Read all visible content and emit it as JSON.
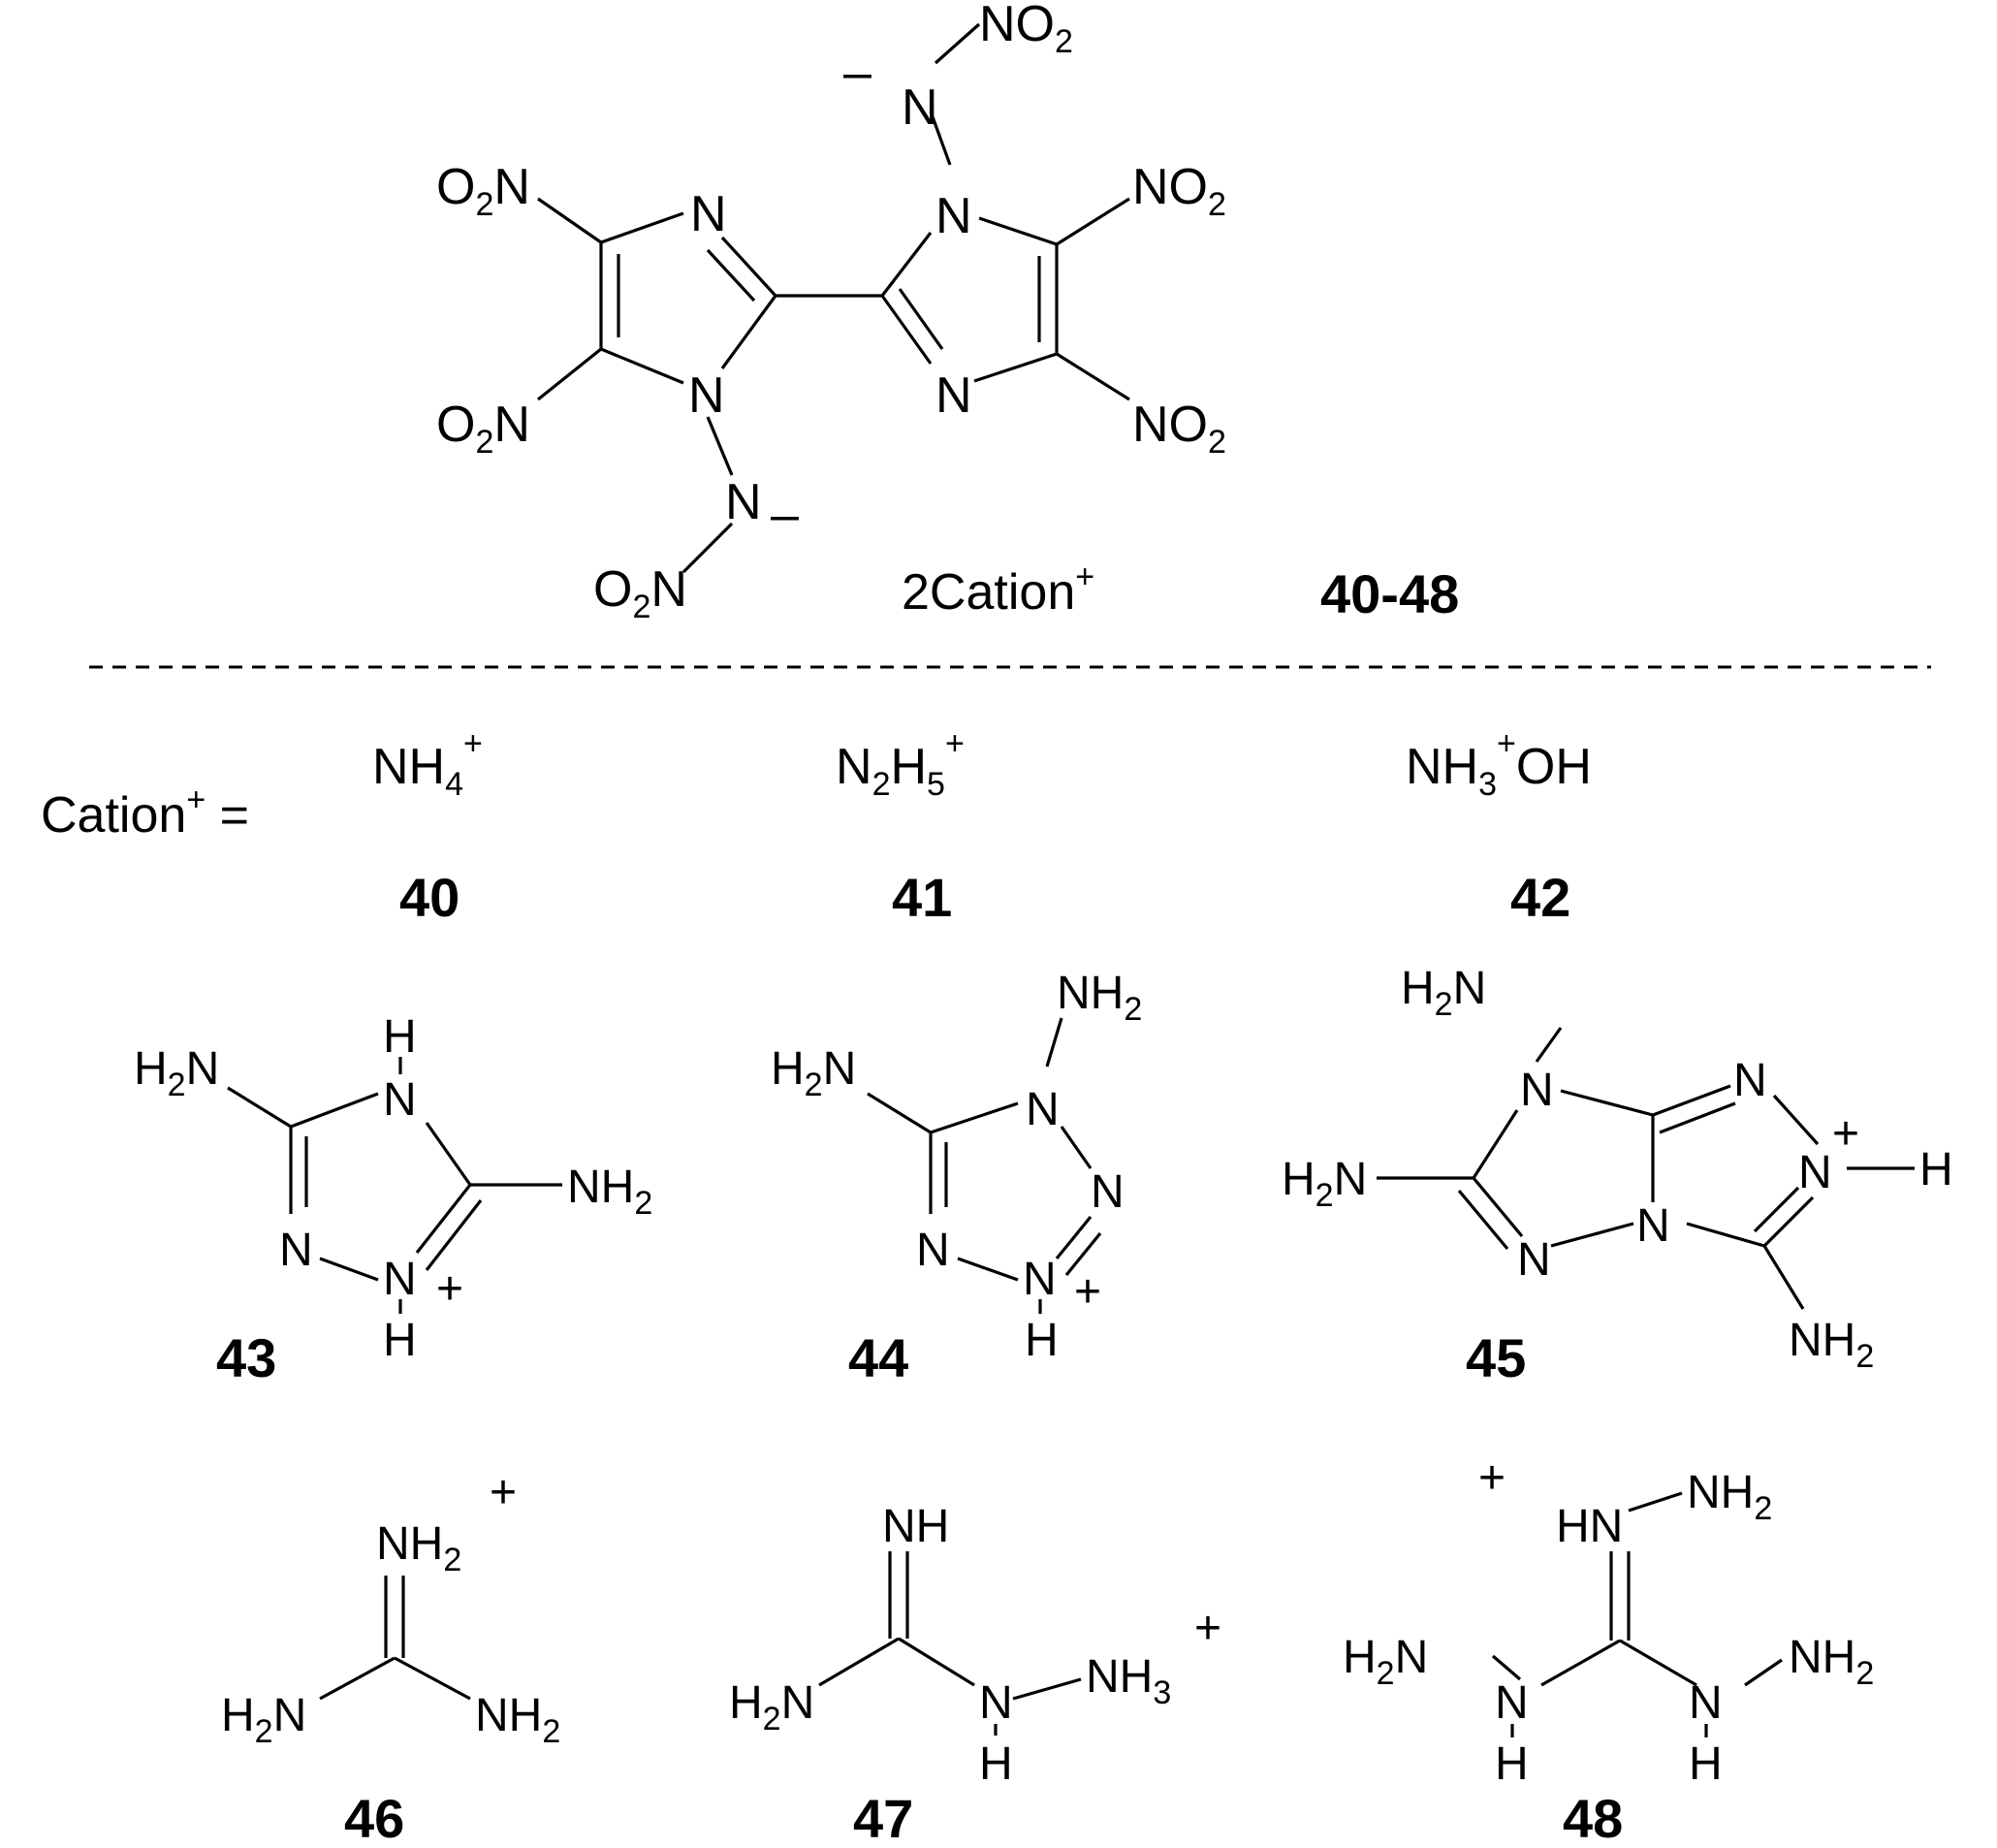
{
  "main_compound": {
    "nitro_labels": {
      "left_upper": {
        "main": "O",
        "sub": "2",
        "tail": "N"
      },
      "left_lower": {
        "main": "O",
        "sub": "2",
        "tail": "N"
      },
      "bottom": {
        "main": "O",
        "sub": "2",
        "tail": "N"
      },
      "right_upper": {
        "main": "NO",
        "sub": "2"
      },
      "right_lower": {
        "main": "NO",
        "sub": "2"
      },
      "top": {
        "main": "NO",
        "sub": "2"
      }
    },
    "ring_n": "N",
    "minus": "–",
    "counterion": {
      "text": "2Cation",
      "sup": "+"
    },
    "label": "40-48"
  },
  "cation_header": {
    "text": "Cation",
    "sup": "+",
    "tail": " ="
  },
  "simple_cations": [
    {
      "parts": [
        {
          "t": "NH"
        },
        {
          "t": "4",
          "sub": true
        }
      ],
      "sup": "+",
      "label": "40"
    },
    {
      "parts": [
        {
          "t": "N"
        },
        {
          "t": "2",
          "sub": true
        },
        {
          "t": "H"
        },
        {
          "t": "5",
          "sub": true
        }
      ],
      "sup": "+",
      "label": "41"
    },
    {
      "parts": [
        {
          "t": "NH"
        },
        {
          "t": "3",
          "sub": true
        }
      ],
      "sup": "+",
      "tail": "OH",
      "label": "42"
    }
  ],
  "atoms": {
    "N": "N",
    "H": "H",
    "plus": "+",
    "NH2": {
      "main": "NH",
      "sub": "2"
    },
    "H2N": {
      "pre": "H",
      "sub": "2",
      "main": "N"
    },
    "NH3": {
      "main": "NH",
      "sub": "3"
    },
    "NH": "NH",
    "HN": "HN"
  },
  "ring_labels": [
    "43",
    "44",
    "45"
  ],
  "chain_labels": [
    "46",
    "47",
    "48"
  ]
}
